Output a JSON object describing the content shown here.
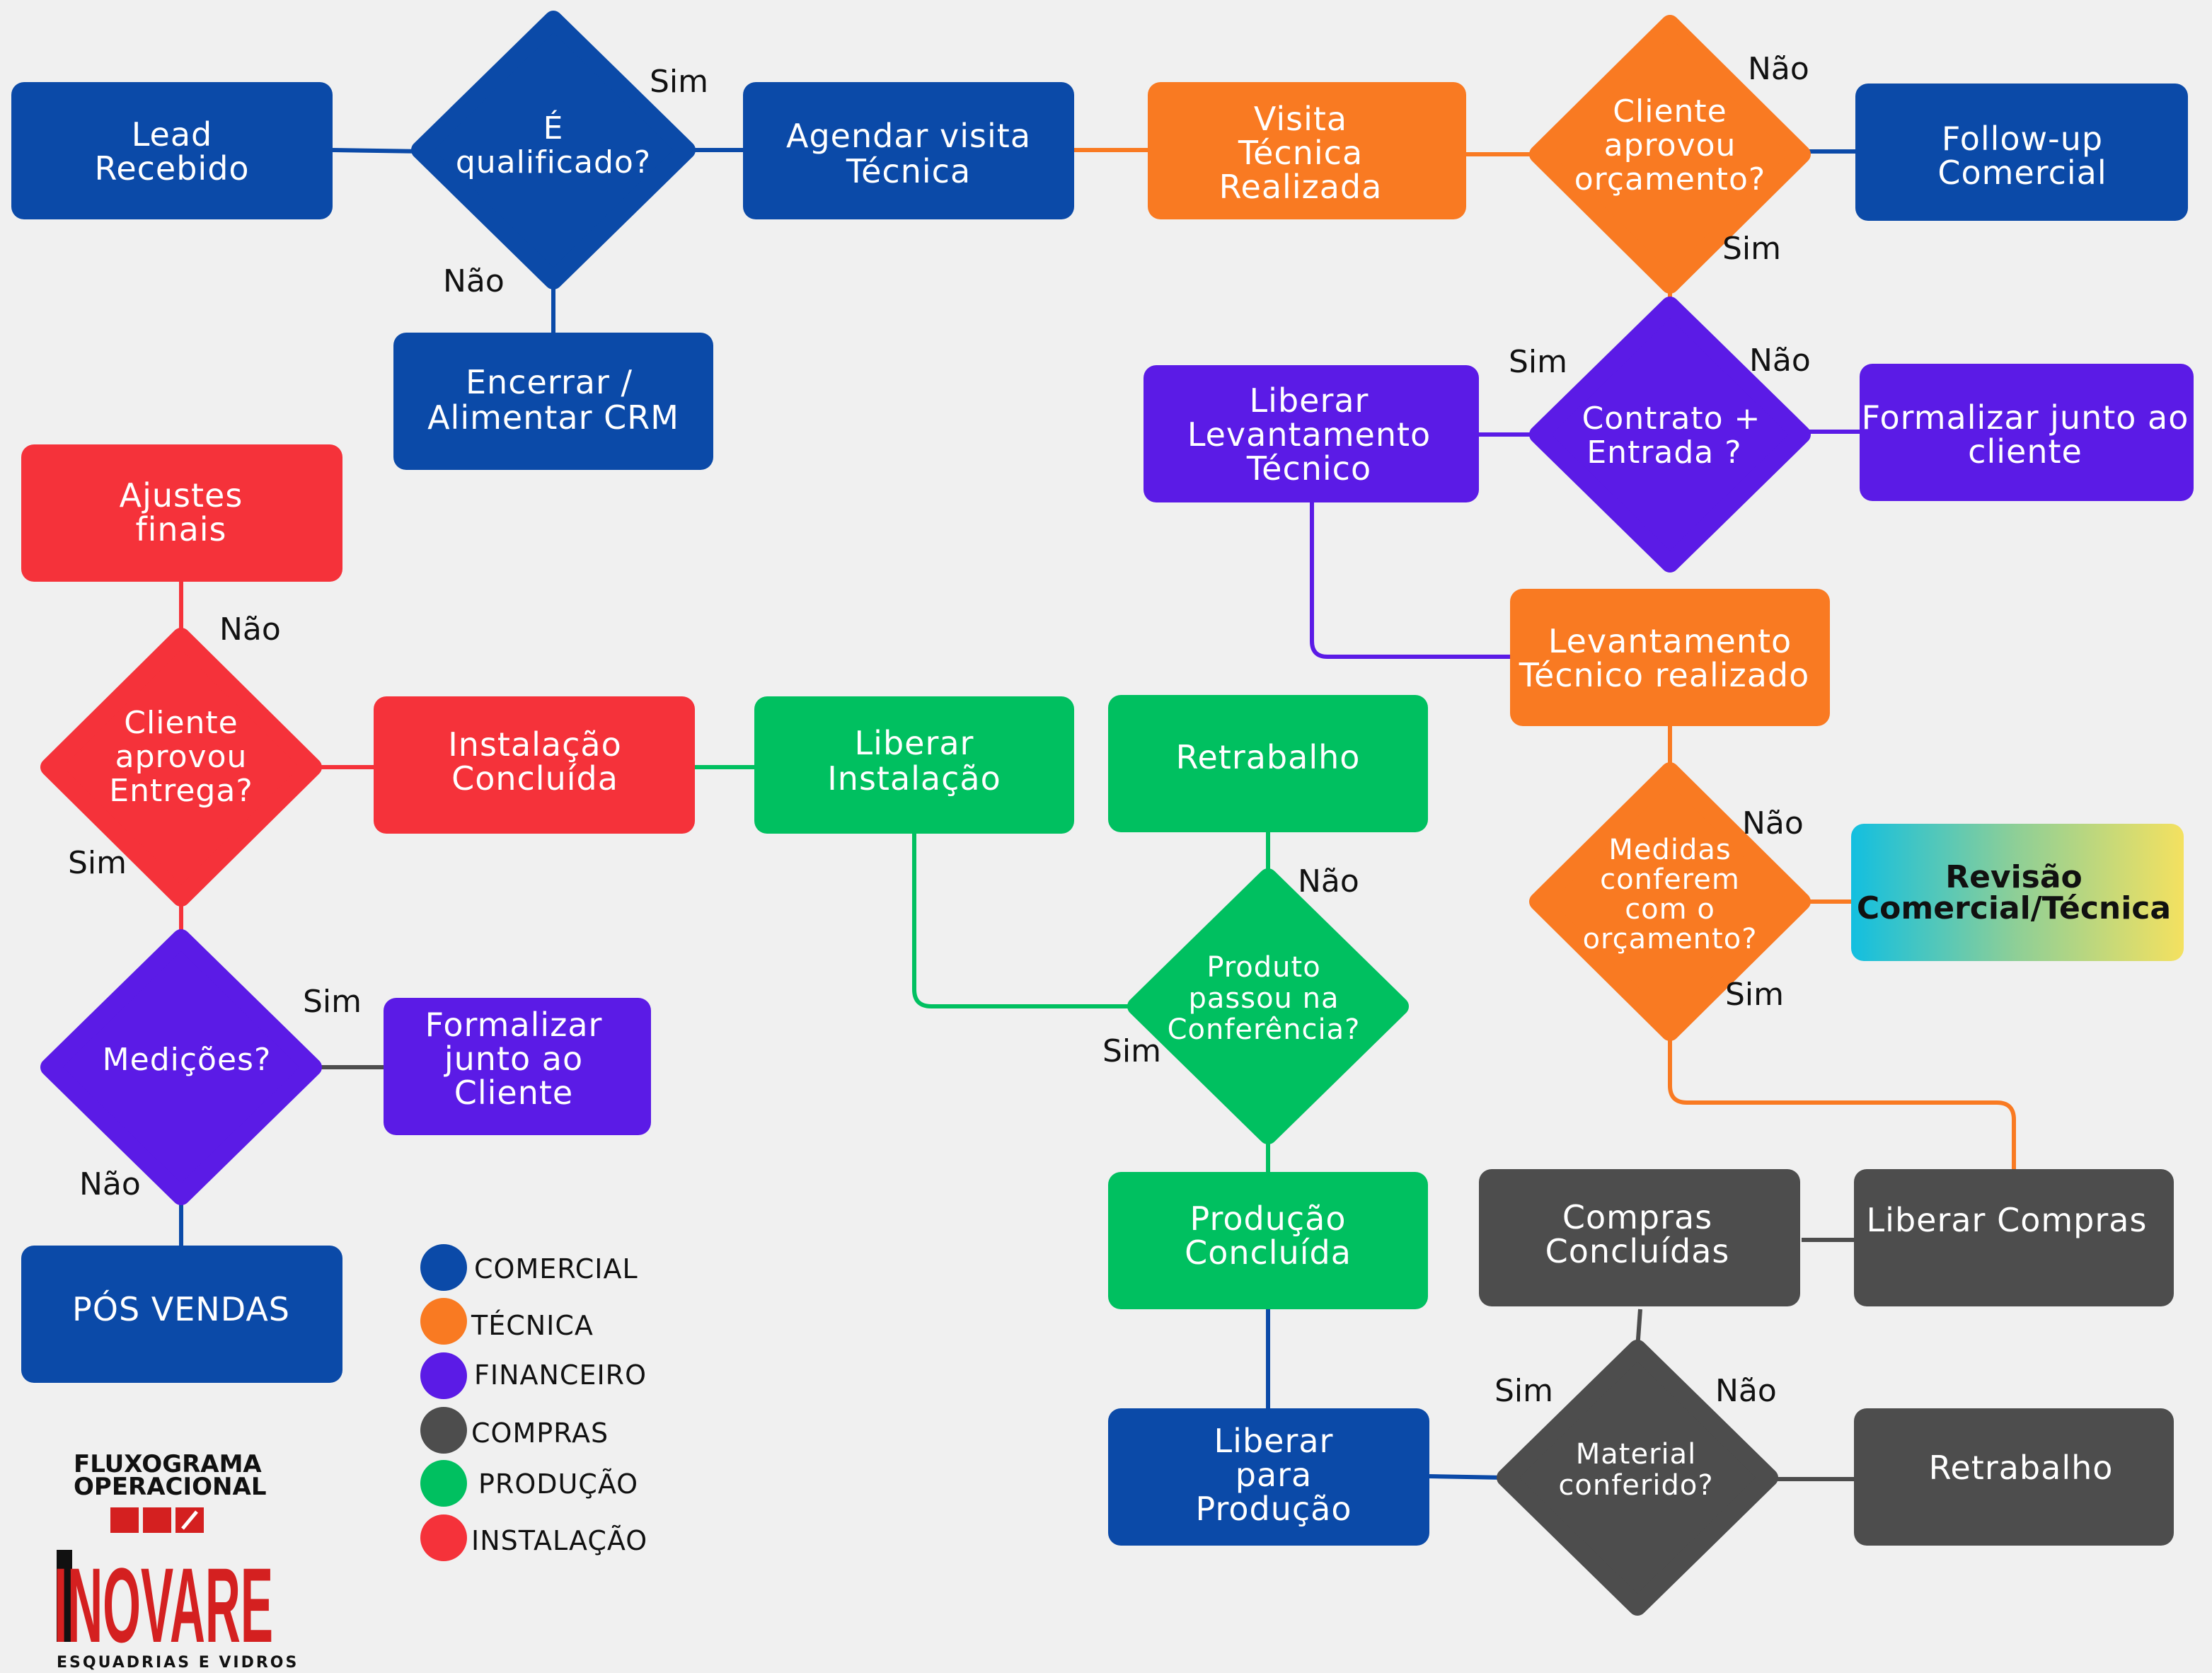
{
  "colors": {
    "comercial": "#0b4aa8",
    "tecnica": "#f97a22",
    "financeiro": "#5b1be6",
    "compras": "#4d4d4d",
    "producao": "#00c060",
    "instalacao": "#f5323a"
  },
  "nodes": {
    "lead": {
      "label": [
        "Lead",
        "Recebido"
      ]
    },
    "qualificado": {
      "label": [
        "É",
        "qualificado?"
      ]
    },
    "agendar": {
      "label": [
        "Agendar visita",
        "Técnica"
      ]
    },
    "encerrar": {
      "label": [
        "Encerrar /",
        "Alimentar CRM"
      ]
    },
    "visita": {
      "label": [
        "Visita",
        "Técnica",
        "Realizada"
      ]
    },
    "aprovou_orc": {
      "label": [
        "Cliente",
        "aprovou",
        "orçamento?"
      ]
    },
    "followup": {
      "label": [
        "Follow-up",
        "Comercial"
      ]
    },
    "contrato": {
      "label": [
        "Contrato +",
        "Entrada ?"
      ]
    },
    "liberar_lev": {
      "label": [
        "Liberar",
        "Levantamento",
        "Técnico"
      ]
    },
    "formalizar_cliente": {
      "label": [
        "Formalizar junto ao",
        "cliente"
      ]
    },
    "levantamento": {
      "label": [
        "Levantamento",
        "Técnico realizado"
      ]
    },
    "medidas": {
      "label": [
        "Medidas",
        "conferem",
        "com o",
        "orçamento?"
      ]
    },
    "revisao": {
      "label": [
        "Revisão",
        "Comercial/Técnica"
      ]
    },
    "liberar_compras": {
      "label": [
        "Liberar Compras"
      ]
    },
    "compras_concluidas": {
      "label": [
        "Compras",
        "Concluídas"
      ]
    },
    "material": {
      "label": [
        "Material",
        "conferido?"
      ]
    },
    "retrabalho_compras": {
      "label": [
        "Retrabalho"
      ]
    },
    "liberar_producao": {
      "label": [
        "Liberar",
        "para",
        "Produção"
      ]
    },
    "producao_concluida": {
      "label": [
        "Produção",
        "Concluída"
      ]
    },
    "conferencia": {
      "label": [
        "Produto",
        "passou na",
        "Conferência?"
      ]
    },
    "retrabalho_producao": {
      "label": [
        "Retrabalho"
      ]
    },
    "liberar_instalacao": {
      "label": [
        "Liberar",
        "Instalação"
      ]
    },
    "instalacao_concluida": {
      "label": [
        "Instalação",
        "Concluída"
      ]
    },
    "aprovou_entrega": {
      "label": [
        "Cliente",
        "aprovou",
        "Entrega?"
      ]
    },
    "ajustes": {
      "label": [
        "Ajustes",
        "finais"
      ]
    },
    "medicoes": {
      "label": [
        "Medições?"
      ]
    },
    "formalizar_cliente2": {
      "label": [
        "Formalizar",
        "junto ao",
        "Cliente"
      ]
    },
    "pos_vendas": {
      "label": [
        "PÓS VENDAS"
      ]
    }
  },
  "edge_labels": {
    "qualificado_sim": "Sim",
    "qualificado_nao": "Não",
    "aprovou_orc_nao": "Não",
    "aprovou_orc_sim": "Sim",
    "contrato_sim": "Sim",
    "contrato_nao": "Não",
    "medidas_nao": "Não",
    "medidas_sim": "Sim",
    "material_sim": "Sim",
    "material_nao": "Não",
    "conferencia_nao": "Não",
    "conferencia_sim": "Sim",
    "entrega_nao": "Não",
    "entrega_sim": "Sim",
    "medicoes_sim": "Sim",
    "medicoes_nao": "Não"
  },
  "legend": [
    {
      "label": "COMERCIAL",
      "color": "#0b4aa8"
    },
    {
      "label": "TÉCNICA",
      "color": "#f97a22"
    },
    {
      "label": "FINANCEIRO",
      "color": "#5b1be6"
    },
    {
      "label": "COMPRAS",
      "color": "#4d4d4d"
    },
    {
      "label": "PRODUÇÃO",
      "color": "#00c060"
    },
    {
      "label": "INSTALAÇÃO",
      "color": "#f5323a"
    }
  ],
  "logo": {
    "title_line1": "FLUXOGRAMA",
    "title_line2": "OPERACIONAL",
    "brand": "INOVARE",
    "subtitle": "ESQUADRIAS E VIDROS"
  }
}
